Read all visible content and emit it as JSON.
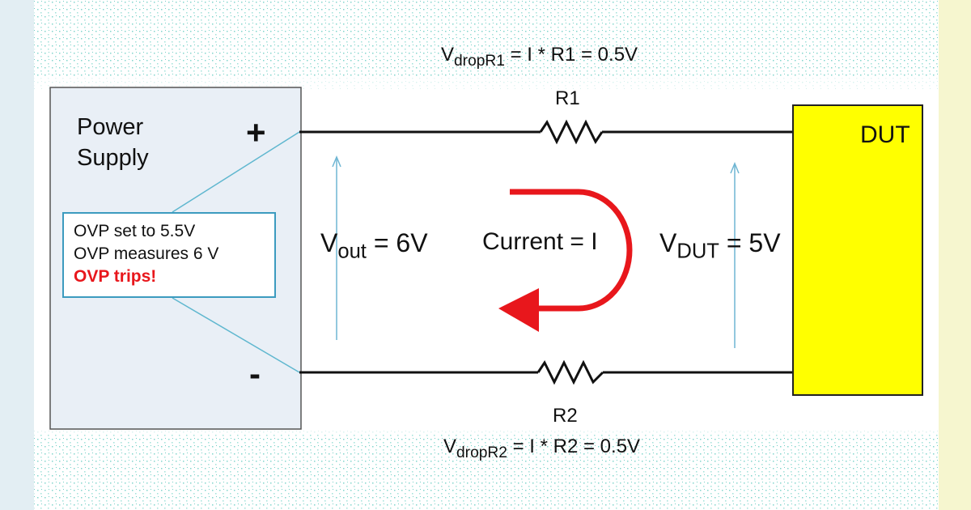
{
  "power_supply": {
    "title_line1": "Power",
    "title_line2": "Supply",
    "plus": "+",
    "minus": "-"
  },
  "ovp": {
    "line1": "OVP set to 5.5V",
    "line2": "OVP measures 6 V",
    "line3": "OVP trips!"
  },
  "r1": {
    "label": "R1",
    "vdrop_main": "V",
    "vdrop_sub": "dropR1",
    "vdrop_rest": " = I * R1 =  0.5V"
  },
  "r2": {
    "label": "R2",
    "vdrop_main": "V",
    "vdrop_sub": "dropR2",
    "vdrop_rest": " = I * R2 = 0.5V"
  },
  "vout": {
    "main": "V",
    "sub": "out",
    "rest": " = 6V"
  },
  "current": {
    "text": "Current = I"
  },
  "vdut": {
    "main": "V",
    "sub": "DUT",
    "rest": " = 5V"
  },
  "dut": {
    "label": "DUT"
  },
  "colors": {
    "power_supply_fill": "#e9eff6",
    "ovp_border": "#3c9bbf",
    "leader_line": "#5fb7cf",
    "arrow": "#6fb6d3",
    "current_arrow": "#e8171c",
    "dut_fill": "#ffff00",
    "wire": "#111111"
  }
}
